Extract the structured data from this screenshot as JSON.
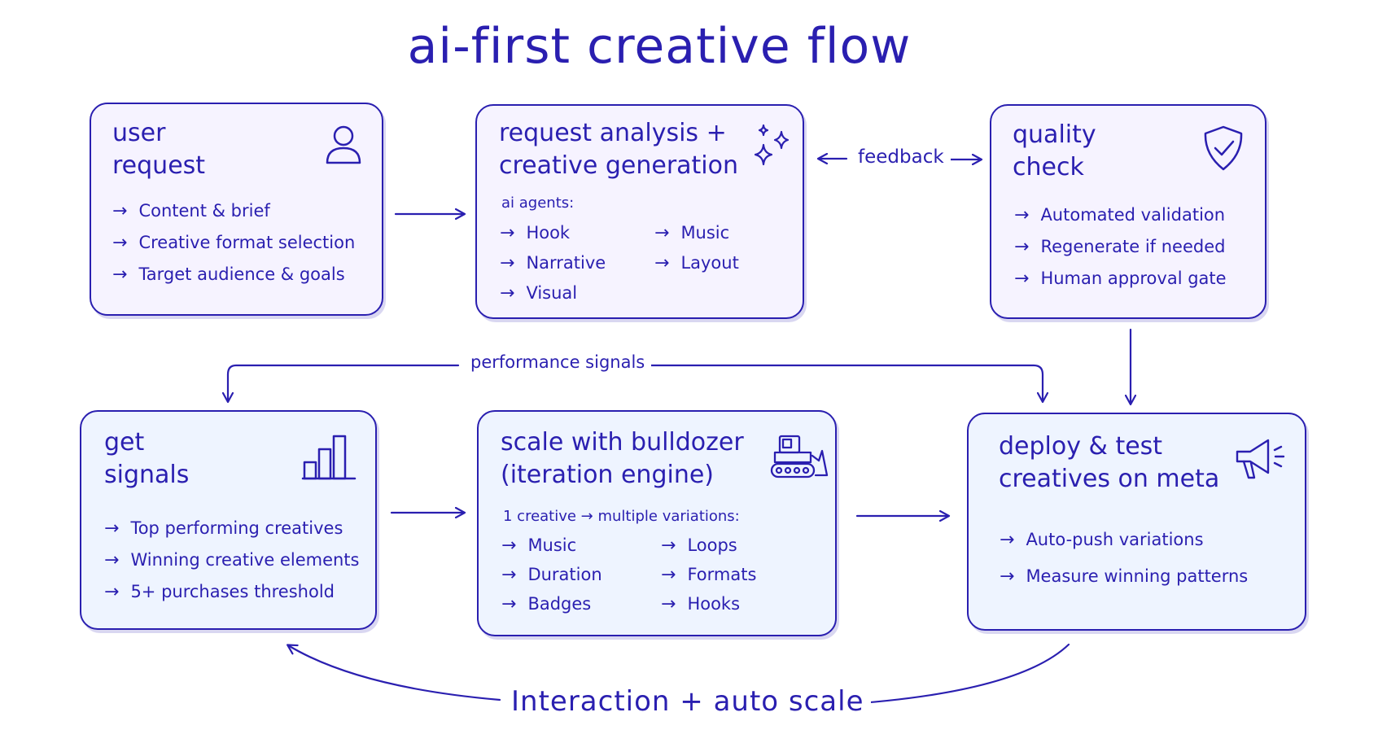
{
  "title": "ai-first creative flow",
  "cards": {
    "user_request": {
      "title_lines": [
        "user",
        "request"
      ],
      "icon": "user-icon",
      "items": [
        "Content & brief",
        "Creative format selection",
        "Target audience & goals"
      ]
    },
    "request_analysis": {
      "title_lines": [
        "request analysis +",
        "creative generation"
      ],
      "icon": "sparkles-icon",
      "subtitle": "ai agents:",
      "items": [
        "Hook",
        "Music",
        "Narrative",
        "Layout",
        "Visual"
      ]
    },
    "quality_check": {
      "title_lines": [
        "quality",
        "check"
      ],
      "icon": "shield-check-icon",
      "items": [
        "Automated validation",
        "Regenerate if needed",
        "Human approval gate"
      ]
    },
    "get_signals": {
      "title_lines": [
        "get",
        "signals"
      ],
      "icon": "bar-chart-icon",
      "items": [
        "Top performing creatives",
        "Winning creative elements",
        "5+ purchases threshold"
      ]
    },
    "scale_bulldozer": {
      "title_lines": [
        "scale with bulldozer",
        "(iteration engine)"
      ],
      "icon": "bulldozer-icon",
      "subtitle": "1 creative → multiple variations:",
      "items": [
        "Music",
        "Loops",
        "Duration",
        "Formats",
        "Badges",
        "Hooks"
      ]
    },
    "deploy_test": {
      "title_lines": [
        "deploy & test",
        "creatives on meta"
      ],
      "icon": "megaphone-icon",
      "items": [
        "Auto-push variations",
        "Measure winning patterns"
      ]
    }
  },
  "connectors": {
    "feedback": "feedback",
    "performance_signals": "performance signals",
    "loop": "Interaction + auto scale"
  },
  "colors": {
    "ink": "#2a1fb0",
    "card_lavender": "#f6f3ff",
    "card_blue": "#eef4ff",
    "background": "#ffffff"
  }
}
